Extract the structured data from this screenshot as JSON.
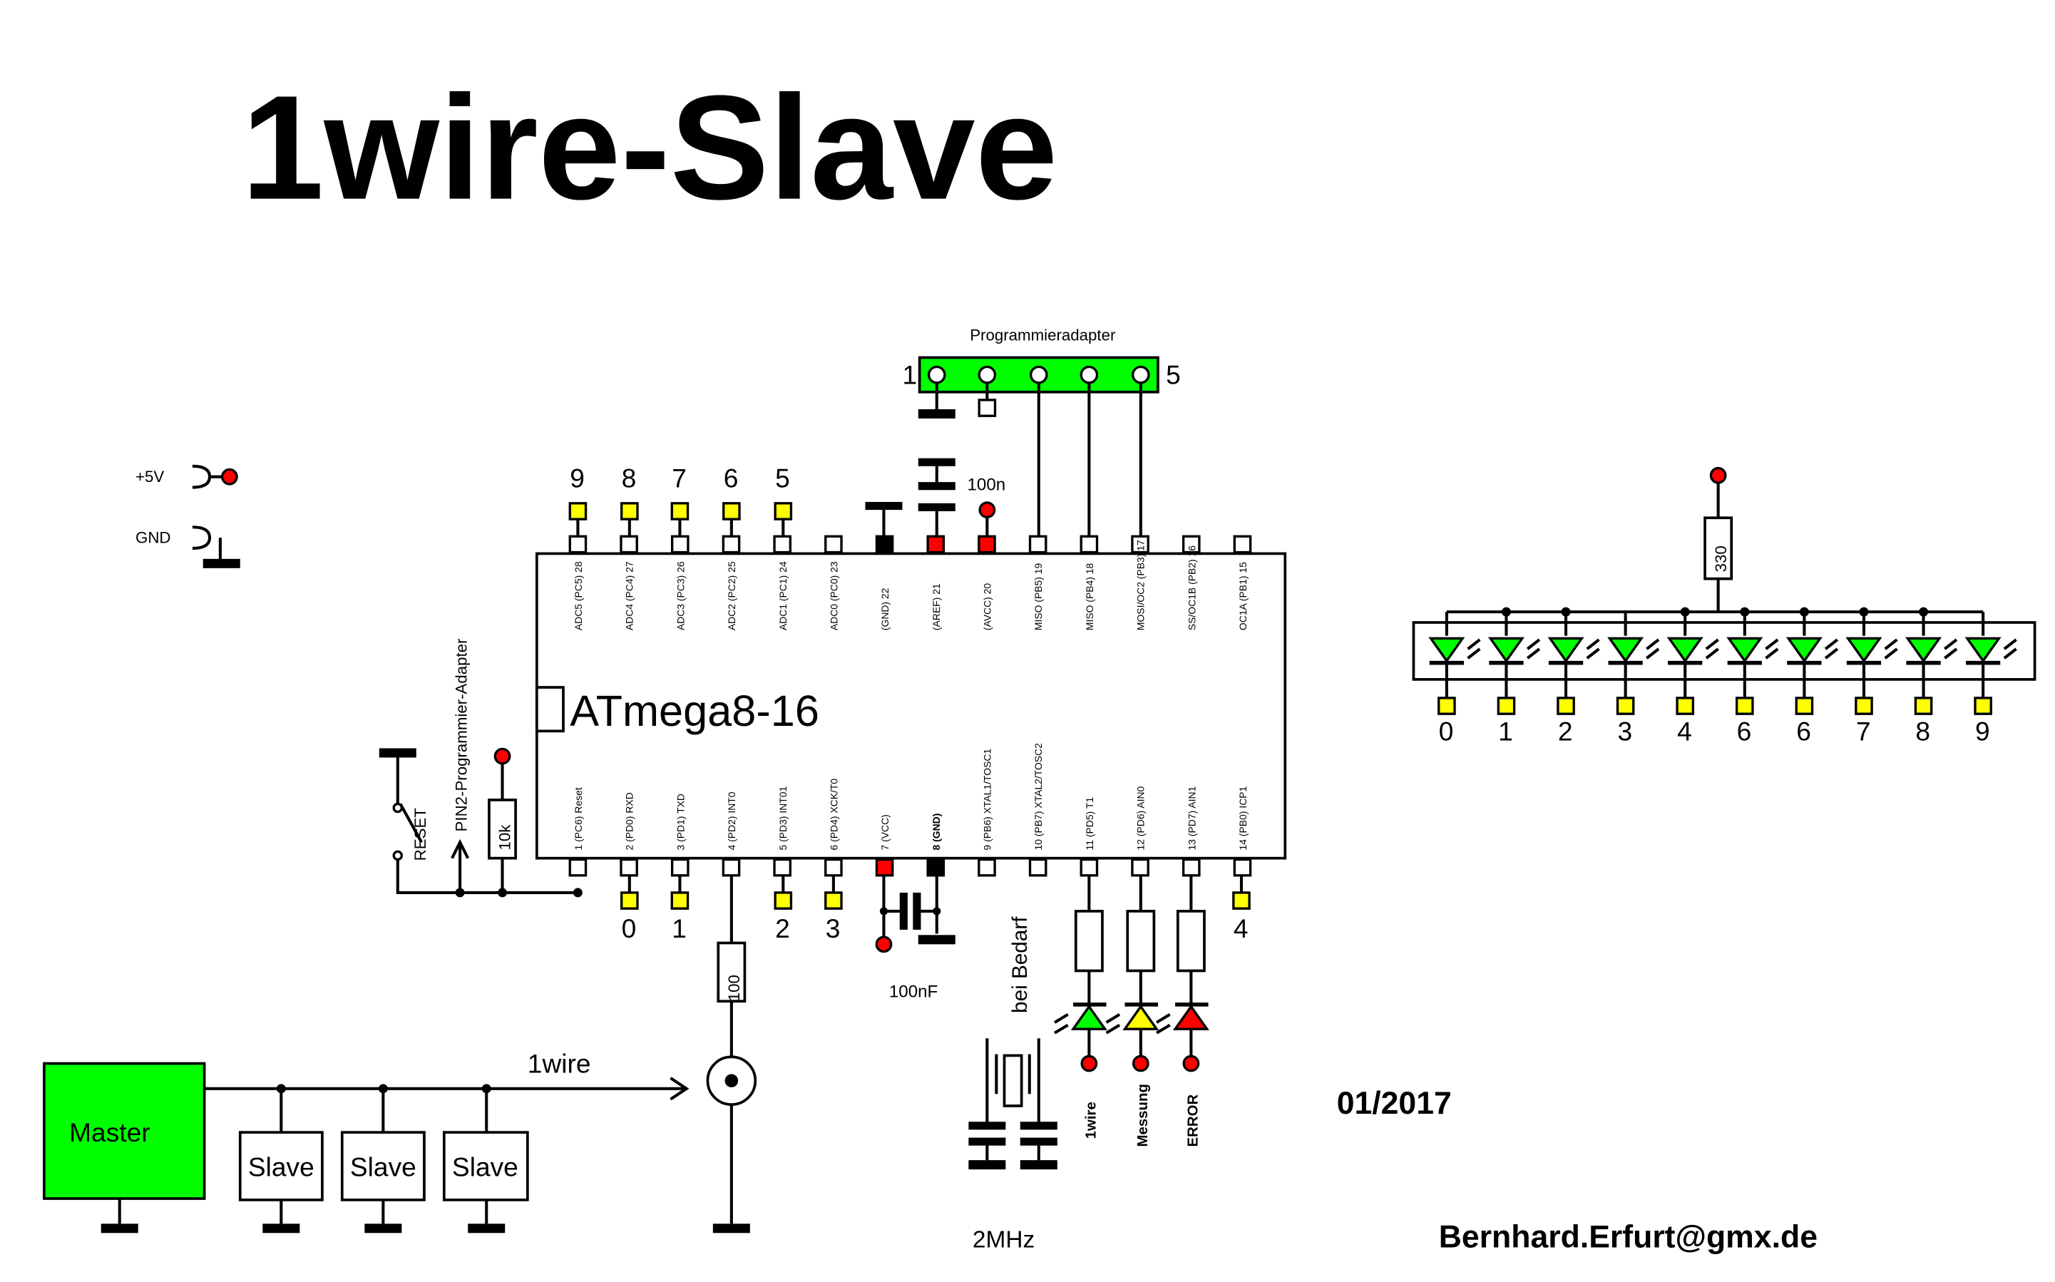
{
  "title": "1wire-Slave",
  "date": "01/2017",
  "email": "Bernhard.Erfurt@gmx.de",
  "colors": {
    "green": "#00ff00",
    "yellow": "#ffff00",
    "red": "#ff0000",
    "black": "#000000"
  },
  "power": {
    "vcc_label": "+5V",
    "gnd_label": "GND"
  },
  "chip": {
    "name": "ATmega8-16",
    "top_pins": [
      "ADC5 (PC5) 28",
      "ADC4 (PC4) 27",
      "ADC3 (PC3) 26",
      "ADC2 (PC2) 25",
      "ADC1 (PC1) 24",
      "ADC0 (PC0) 23",
      "(GND) 22",
      "(AREF) 21",
      "(AVCC) 20",
      "MISO (PB5) 19",
      "MISO (PB4) 18",
      "MOSI/OC2 (PB3) 17",
      "SS/OC1B (PB2) 16",
      "OC1A (PB1) 15"
    ],
    "bottom_pins": [
      "1 (PC6) Reset",
      "2 (PD0) RXD",
      "3 (PD1) TXD",
      "4 (PD2) INT0",
      "5 (PD3) INT01",
      "6 (PD4) XCK/T0",
      "7 (VCC)",
      "8 (GND)",
      "9 (PB6) XTAL1/TOSC1",
      "10 (PB7) XTAL2/TOSC2",
      "11 (PD5) T1",
      "12 (PD6) AIN0",
      "13 (PD7) AIN1",
      "14 (PB0) ICP1"
    ],
    "top_numbers": [
      "9",
      "8",
      "7",
      "6",
      "5"
    ],
    "bottom_numbers": [
      "0",
      "1",
      "2",
      "3",
      "4"
    ]
  },
  "programmer": {
    "label": "Programmieradapter",
    "pin_first": "1",
    "pin_last": "5"
  },
  "caps": {
    "top": "100n",
    "bottom": "100nF"
  },
  "reset": {
    "resistor": "10k",
    "switch_label": "RESET",
    "adapter_label": "PIN2-Programmier-Adapter"
  },
  "bus": {
    "resistor": "100",
    "label": "1wire",
    "master": "Master",
    "slaves": [
      "Slave",
      "Slave",
      "Slave"
    ]
  },
  "crystal": {
    "freq": "2MHz",
    "note": "bei Bedarf"
  },
  "status_leds": [
    "1wire",
    "Messung",
    "ERROR"
  ],
  "led_bar": {
    "resistor": "330",
    "numbers": [
      "0",
      "1",
      "2",
      "3",
      "4",
      "6",
      "6",
      "7",
      "8",
      "9"
    ]
  }
}
